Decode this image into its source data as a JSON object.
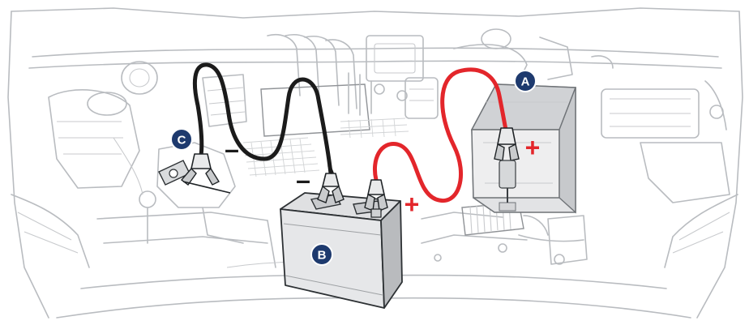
{
  "labels": {
    "battery_a": "A",
    "battery_b": "B",
    "ground_c": "C"
  },
  "signs": {
    "plus_a": "+",
    "plus_b": "+",
    "minus_b": "–",
    "minus_c": "–"
  },
  "colors": {
    "positive_cable": "#e3262b",
    "negative_cable": "#1b1b1b",
    "badge": "#1e3a6e",
    "plus_sign": "#e3262b",
    "minus_sign": "#1b1b1b",
    "line_art": "#b9bcc0"
  },
  "icons": {
    "battery_a": "car-battery-icon",
    "battery_b": "booster-battery-icon",
    "ground_point": "ground-point-icon",
    "clamp": "jumper-clamp-icon"
  }
}
